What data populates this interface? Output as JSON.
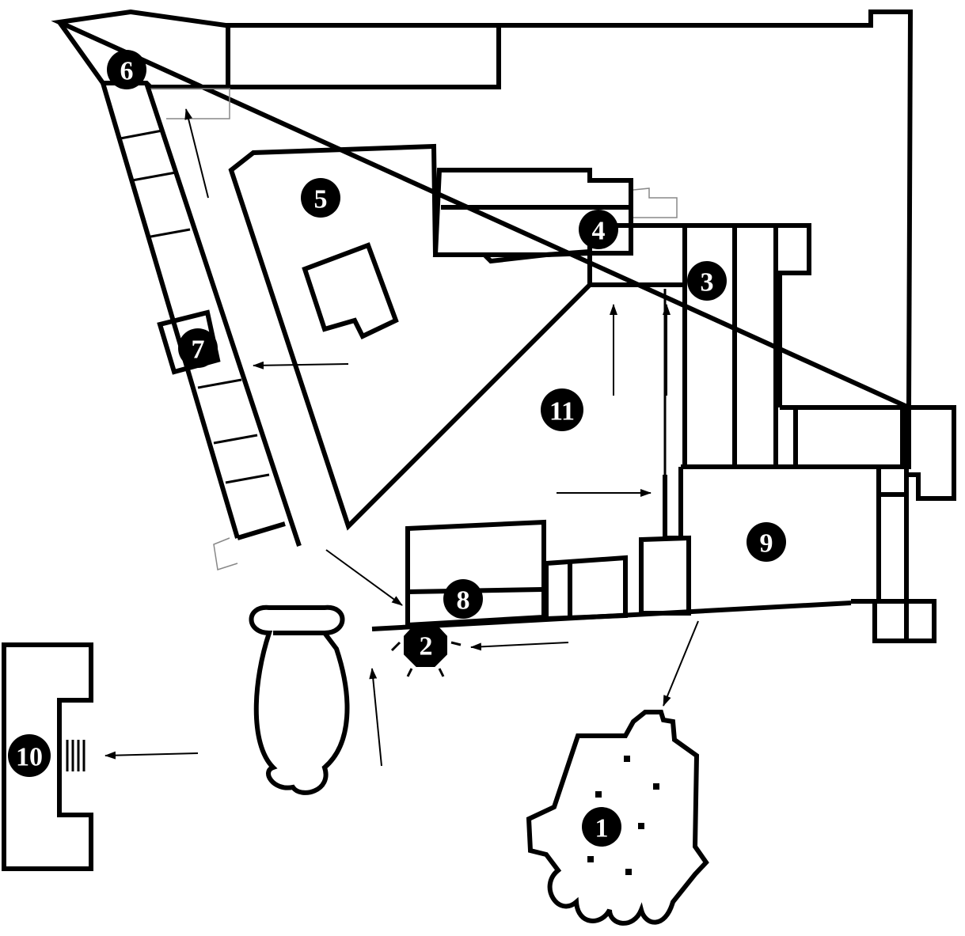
{
  "title": "Site plan",
  "labels": [
    "1",
    "2",
    "3",
    "4",
    "5",
    "6",
    "7",
    "8",
    "9",
    "10",
    "11"
  ],
  "colors": {
    "walls": "#000000",
    "background": "#ffffff"
  }
}
